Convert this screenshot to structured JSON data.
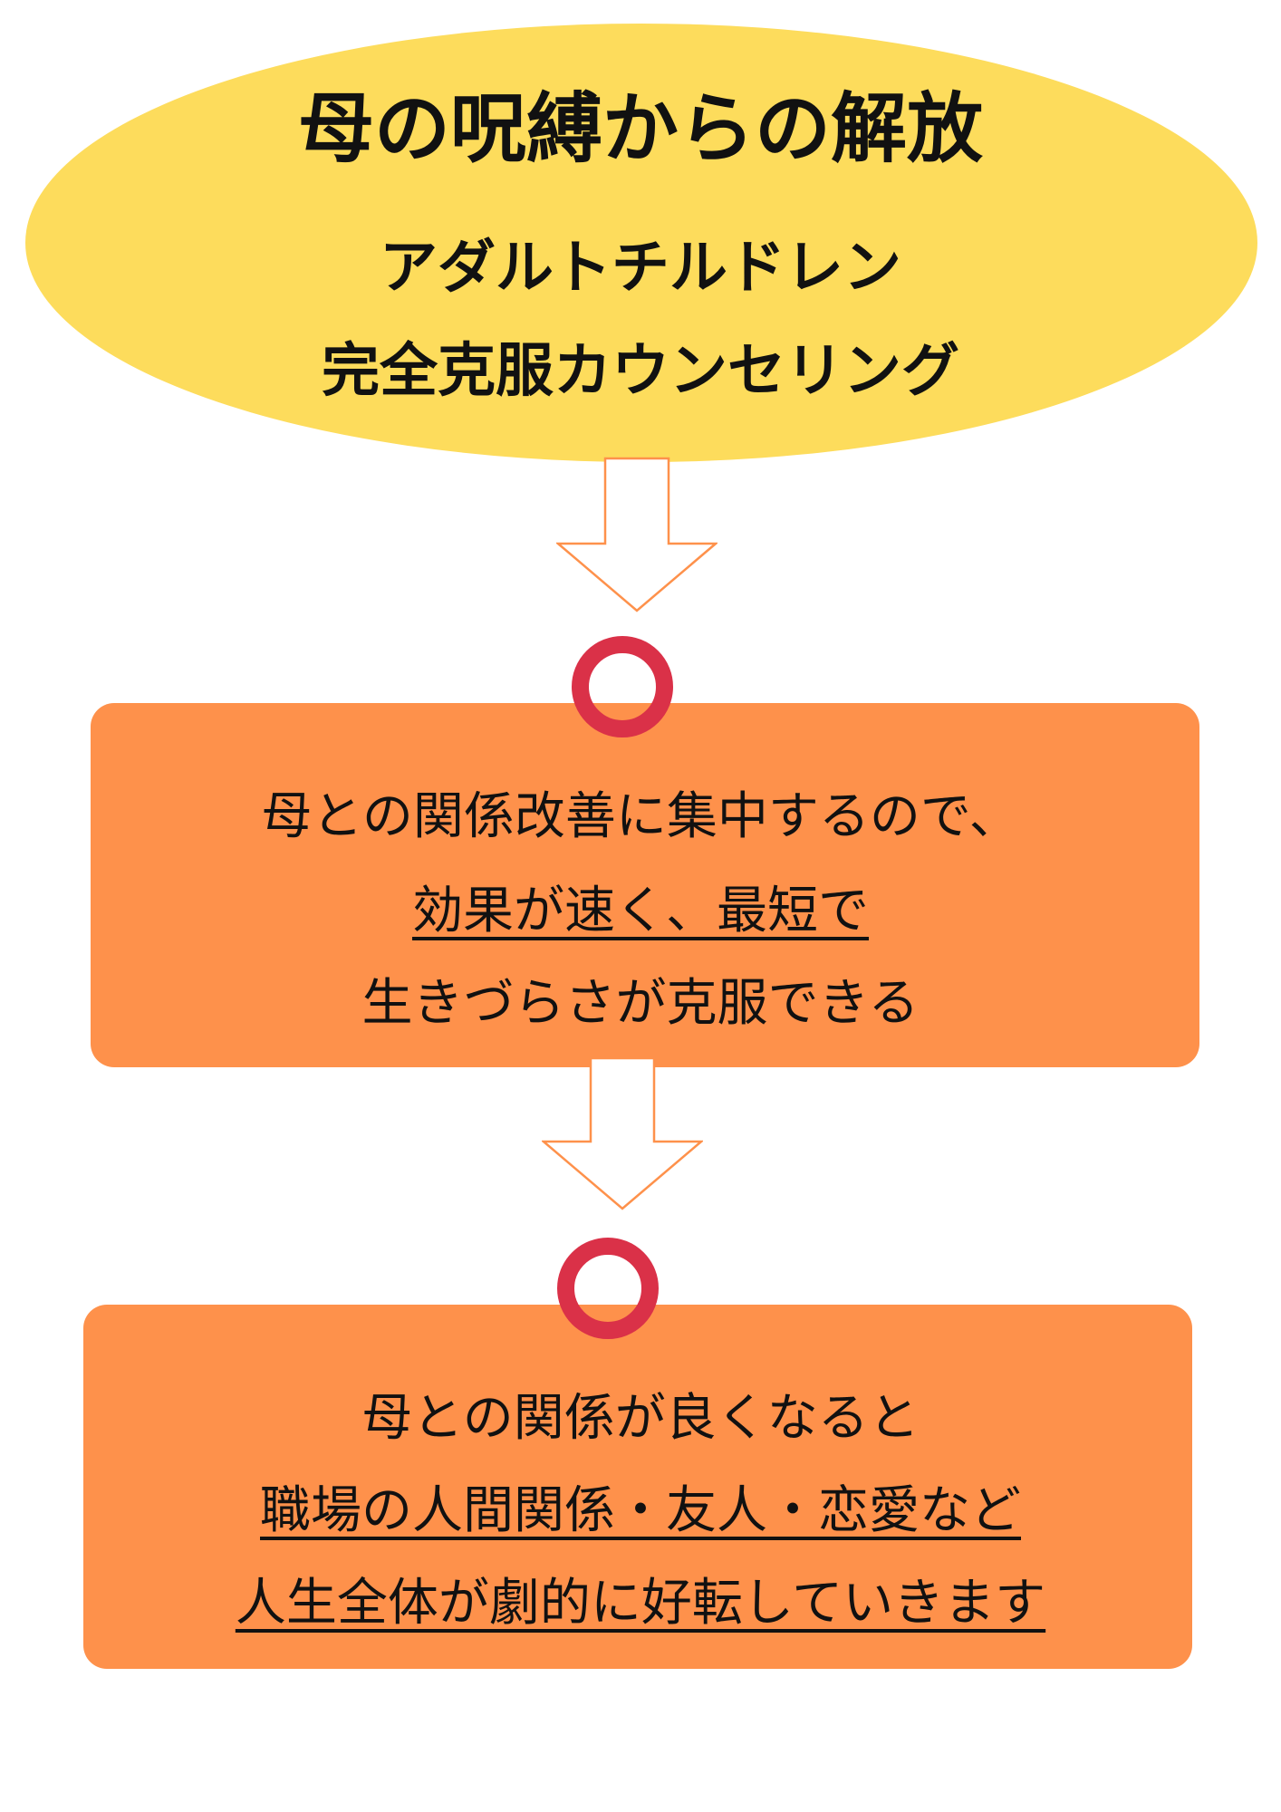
{
  "header": {
    "title": "母の呪縛からの解放",
    "subtitle_line1": "アダルトチルドレン",
    "subtitle_line2": "完全克服カウンセリング"
  },
  "step1": {
    "line1": "母との関係改善に集中するので、",
    "line2": "効果が速く、最短で",
    "line3": "生きづらさが克服できる"
  },
  "step2": {
    "line1": "母との関係が良くなると",
    "line2": "職場の人間関係・友人・恋愛など",
    "line3": "人生全体が劇的に好転していきます"
  },
  "colors": {
    "ellipse": "#fddc5c",
    "box": "#fe914b",
    "ring": "#da3148",
    "arrow_stroke": "#fe914b"
  }
}
